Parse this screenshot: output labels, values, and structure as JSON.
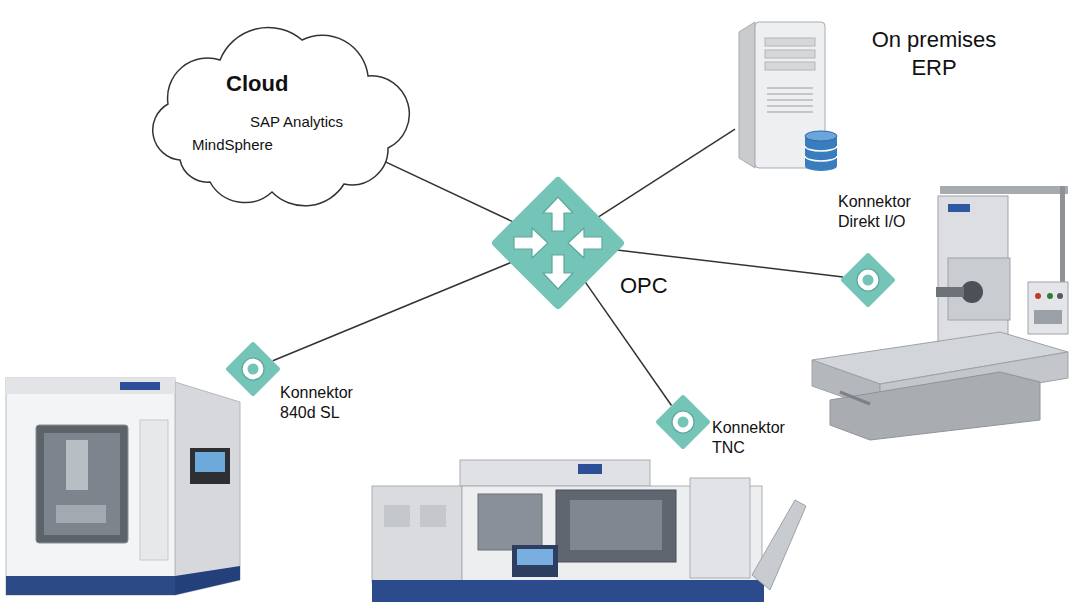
{
  "diagram": {
    "nodes": [
      {
        "text": [
          "Cloud",
          "SAP Analytics",
          "MindSphere"
        ]
      },
      {
        "text": [
          "On premises ERP"
        ]
      },
      {
        "text": [
          "OPC"
        ]
      },
      {
        "text": [
          "Konnektor Direkt I/O"
        ]
      },
      {
        "text": [
          "Konnektor 840d SL"
        ]
      },
      {
        "text": [
          "Konnektor TNC"
        ]
      }
    ],
    "edges": [
      {
        "from": 2,
        "to": 0,
        "arrow": "none"
      },
      {
        "from": 2,
        "to": 1,
        "arrow": "none"
      },
      {
        "from": 2,
        "to": 3,
        "arrow": "none"
      },
      {
        "from": 2,
        "to": 4,
        "arrow": "none"
      },
      {
        "from": 2,
        "to": 5,
        "arrow": "none"
      }
    ]
  }
}
